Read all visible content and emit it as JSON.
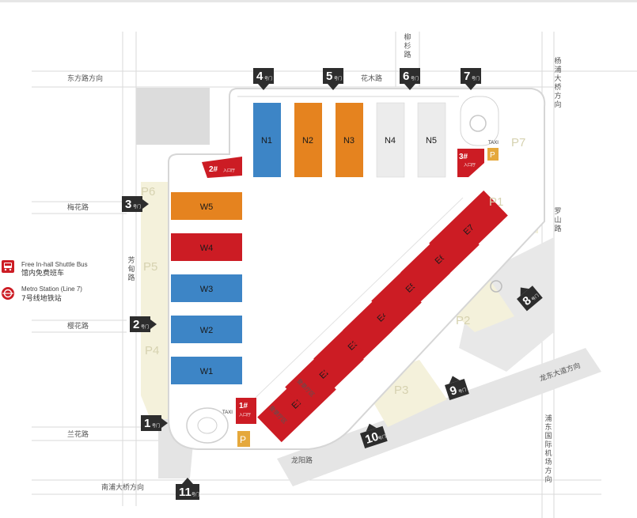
{
  "roads": {
    "dongfang": "东方路方向",
    "huamu": "花木路",
    "liushan": "柳\n杉\n路",
    "yangpu": "杨\n浦\n大\n桥\n方\n向",
    "meihua": "梅花路",
    "yingcun": "樱花路",
    "lanhua": "兰花路",
    "xiudian": "芳\n甸\n路",
    "luoshan": "罗\n山\n路",
    "longdong": "龙东大道方向",
    "longyang": "龙阳路",
    "nanpu": "南浦大桥方向",
    "airport": "浦\n东\n国\n际\n机\n场\n方\n向"
  },
  "halls": {
    "north": [
      "N1",
      "N2",
      "N3",
      "N4",
      "N5"
    ],
    "west": [
      "W5",
      "W4",
      "W3",
      "W2",
      "W1"
    ],
    "east": [
      "E1",
      "E2",
      "E3",
      "E4",
      "E5",
      "E6",
      "E7"
    ]
  },
  "entrances": [
    {
      "num": "1#",
      "label": "入口厅"
    },
    {
      "num": "2#",
      "label": "入口厅"
    },
    {
      "num": "3#",
      "label": "入口厅"
    }
  ],
  "gates": {
    "suffix": "号门",
    "items": [
      "1",
      "2",
      "3",
      "4",
      "5",
      "6",
      "7",
      "8",
      "9",
      "10",
      "11"
    ]
  },
  "parking": [
    "P1",
    "P2",
    "P3",
    "P4",
    "P5",
    "P6",
    "P7"
  ],
  "parking_icon": "P",
  "taxi": "TAXI",
  "corridor_label": "登录厅区",
  "legend": {
    "shuttle_en": "Free In-hall Shuttle Bus",
    "shuttle_cn": "馆内免费班车",
    "metro_en": "Metro Station (Line 7)",
    "metro_cn": "7号线地铁站"
  },
  "colors": {
    "blue": "#3d85c6",
    "orange": "#e5831f",
    "grey": "#ececec",
    "red": "#cc1c24",
    "parking": "#f2efd8",
    "gate": "#2d2d2d",
    "pmark": "#e5a83c"
  }
}
